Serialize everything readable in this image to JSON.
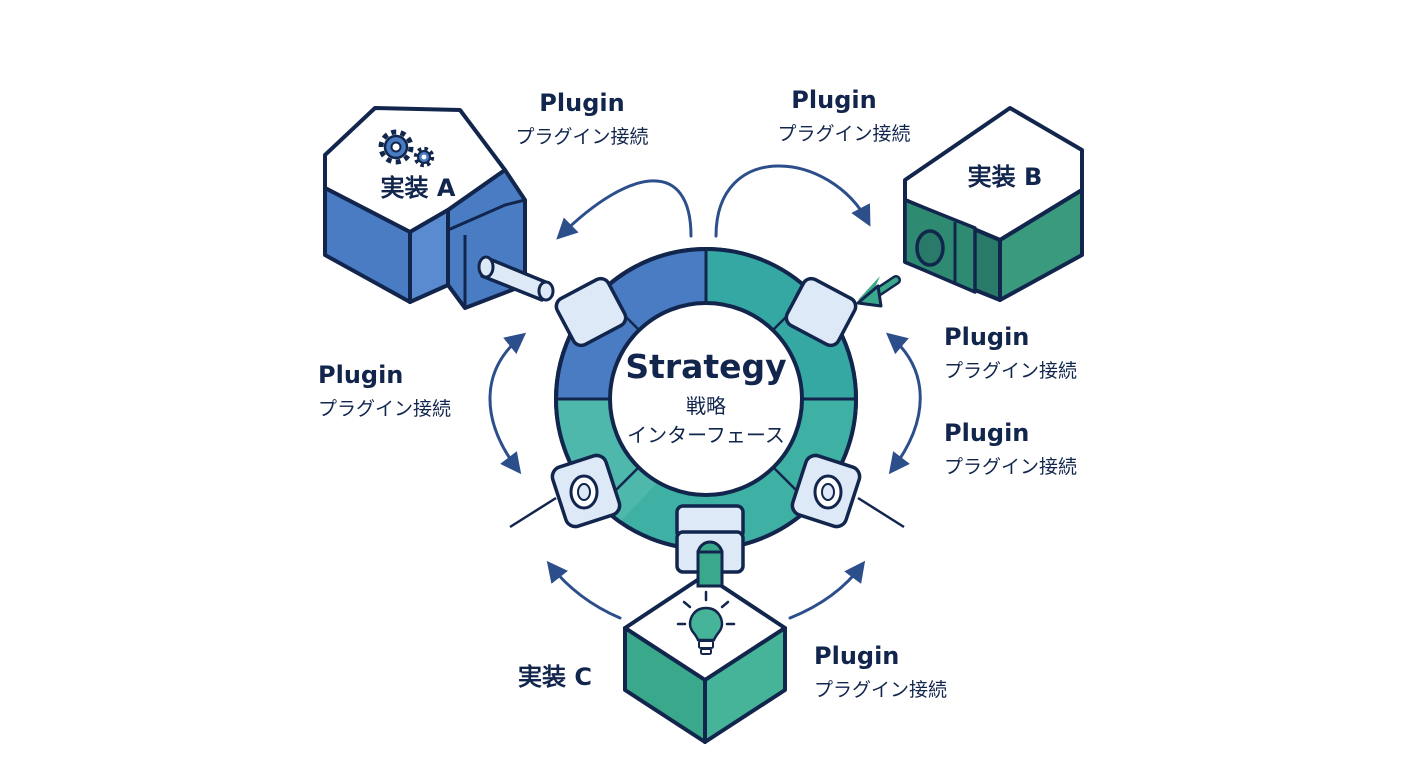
{
  "hub": {
    "title": "Strategy",
    "subtitle_line1": "戦略",
    "subtitle_line2": "インターフェース"
  },
  "modules": {
    "a": {
      "name": "実装 A",
      "icon": "gears-icon"
    },
    "b": {
      "name": "実装 B"
    },
    "c": {
      "name": "実装 C",
      "icon": "lightbulb-icon"
    }
  },
  "connections": [
    {
      "en": "Plugin",
      "jp": "プラグイン接続"
    },
    {
      "en": "Plugin",
      "jp": "プラグイン接続"
    },
    {
      "en": "Plugin",
      "jp": "プラグイン接続"
    },
    {
      "en": "Plugin",
      "jp": "プラグイン接続"
    },
    {
      "en": "Plugin",
      "jp": "プラグイン接続"
    },
    {
      "en": "Plugin",
      "jp": "プラグイン接続"
    }
  ],
  "colors": {
    "outline": "#12264d",
    "blue": "#4a7cc4",
    "blue_light": "#6e9ad6",
    "teal": "#36a8a4",
    "teal_light": "#55c0b0",
    "green_dark": "#2a7a6a",
    "green": "#3aa88a",
    "socket": "#dde9f6",
    "arrow": "#2c4f8c"
  }
}
